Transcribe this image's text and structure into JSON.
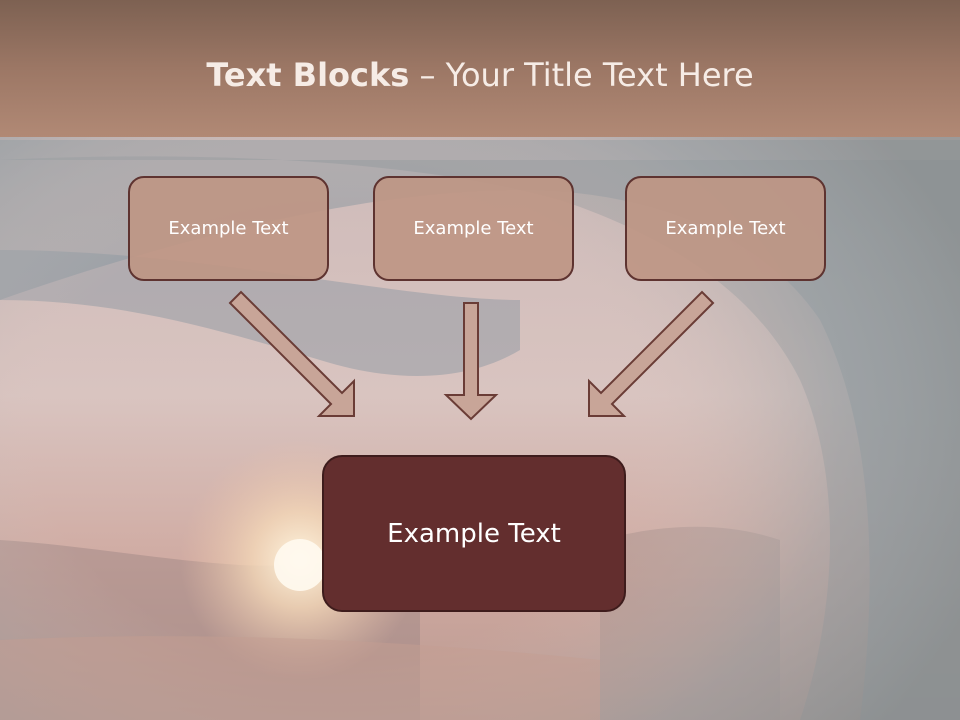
{
  "title": {
    "bold": "Text Blocks",
    "rest": " – Your Title Text Here"
  },
  "boxes": [
    "Example Text",
    "Example Text",
    "Example Text"
  ],
  "main_box": "Example Text",
  "colors": {
    "title_band": "#9c7765",
    "box_fill": "#be9684",
    "box_border": "#5e3330",
    "main_box_fill": "#632e2e",
    "arrow_fill": "#c8a598"
  }
}
